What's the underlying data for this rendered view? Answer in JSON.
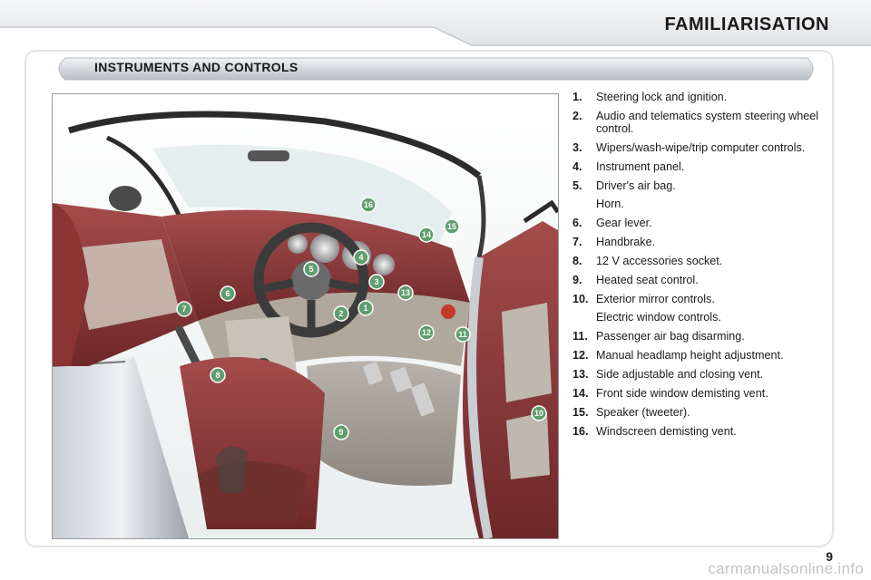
{
  "header": {
    "title": "FAMILIARISATION"
  },
  "section": {
    "title": "INSTRUMENTS AND CONTROLS"
  },
  "photo_callouts": [
    "1",
    "2",
    "3",
    "4",
    "5",
    "6",
    "7",
    "8",
    "9",
    "10",
    "11",
    "12",
    "13",
    "14",
    "15",
    "16"
  ],
  "items": [
    {
      "number": "1.",
      "text": "Steering lock and ignition."
    },
    {
      "number": "2.",
      "text": "Audio and telematics system steering wheel control."
    },
    {
      "number": "3.",
      "text": "Wipers/wash-wipe/trip computer controls."
    },
    {
      "number": "4.",
      "text": "Instrument panel."
    },
    {
      "number": "5.",
      "text": "Driver's air bag.",
      "sub": "Horn."
    },
    {
      "number": "6.",
      "text": "Gear lever."
    },
    {
      "number": "7.",
      "text": "Handbrake."
    },
    {
      "number": "8.",
      "text": "12 V accessories socket."
    },
    {
      "number": "9.",
      "text": "Heated seat control."
    },
    {
      "number": "10.",
      "text": "Exterior mirror controls.",
      "sub": "Electric window controls."
    },
    {
      "number": "11.",
      "text": "Passenger air bag disarming."
    },
    {
      "number": "12.",
      "text": "Manual headlamp height adjustment."
    },
    {
      "number": "13.",
      "text": "Side adjustable and closing vent."
    },
    {
      "number": "14.",
      "text": "Front side window demisting vent."
    },
    {
      "number": "15.",
      "text": "Speaker (tweeter)."
    },
    {
      "number": "16.",
      "text": "Windscreen demisting vent."
    }
  ],
  "footer": {
    "page_number": "9",
    "watermark": "carmanualsonline.info"
  },
  "colors": {
    "leather": "#8e3a3a",
    "callout": "#5f9e6e",
    "frame": "#d8dce0"
  }
}
